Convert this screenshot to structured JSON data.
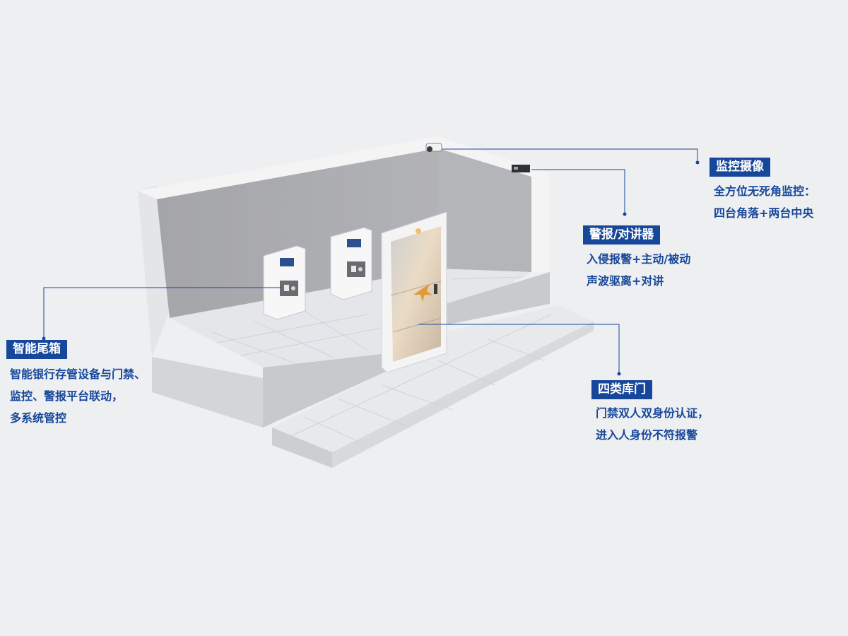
{
  "colors": {
    "background": "#eeeff1",
    "accent": "#17479a",
    "label_text": "#ffffff",
    "wall_inner": "#a9aaae",
    "wall_top": "#f3f3f4",
    "floor": "#e6e8ec",
    "door_frame": "#f4f4f4",
    "door_panel": "#d9c8b2",
    "door_logo": "#e09a3a"
  },
  "icons": {
    "camera": "camera-icon",
    "alarm_intercom": "alarm-intercom-icon",
    "tail_box": "tail-box-icon",
    "vault_door": "vault-door-icon"
  },
  "annotations": {
    "camera": {
      "title": "监控摄像",
      "lines": [
        "全方位无死角监控：",
        "四台角落+两台中央"
      ]
    },
    "alarm": {
      "title": "警报/对讲器",
      "lines": [
        "入侵报警+主动/被动",
        "声波驱离+对讲"
      ]
    },
    "tailbox": {
      "title": "智能尾箱",
      "lines": [
        "智能银行存管设备与门禁、",
        "监控、警报平台联动，",
        "多系统管控"
      ]
    },
    "door": {
      "title": "四类库门",
      "lines": [
        "门禁双人双身份认证，",
        "进入人身份不符报警"
      ]
    }
  }
}
